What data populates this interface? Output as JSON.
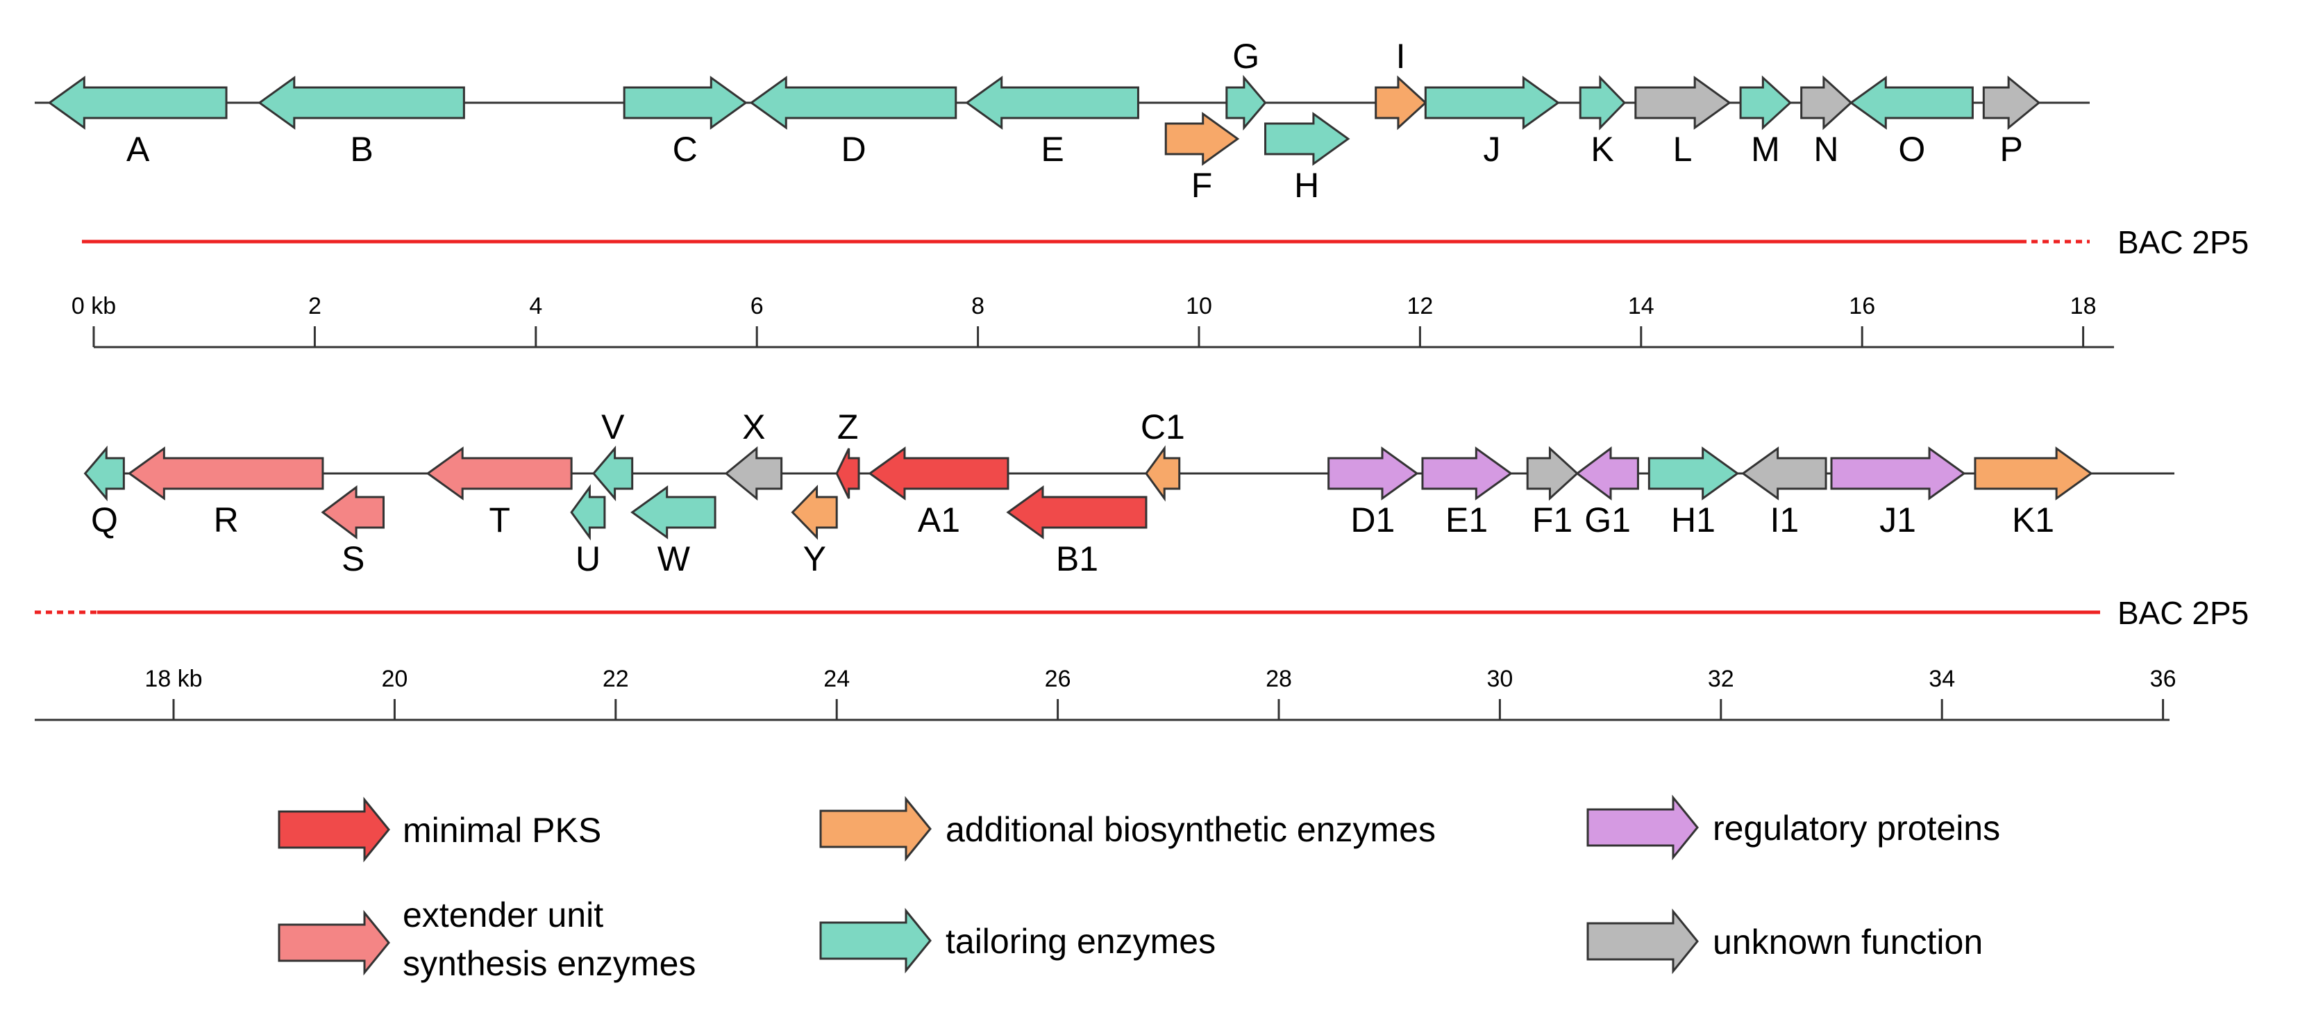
{
  "colors": {
    "minimal_pks": "#f04a4a",
    "extender": "#f48585",
    "additional": "#f7a869",
    "tailoring": "#7dd8c2",
    "regulatory": "#d59ae2",
    "unknown": "#b9b9b9",
    "bac": "#ee2222"
  },
  "genes": [
    {
      "label": "A",
      "row": 1,
      "start": -0.4,
      "end": 1.2,
      "strand": "-",
      "category": "tailoring"
    },
    {
      "label": "B",
      "row": 1,
      "start": 1.5,
      "end": 3.35,
      "strand": "-",
      "category": "tailoring"
    },
    {
      "label": "C",
      "row": 1,
      "start": 4.8,
      "end": 5.9,
      "strand": "+",
      "category": "tailoring"
    },
    {
      "label": "D",
      "row": 1,
      "start": 5.95,
      "end": 7.8,
      "strand": "-",
      "category": "tailoring"
    },
    {
      "label": "E",
      "row": 1,
      "start": 7.9,
      "end": 9.45,
      "strand": "-",
      "category": "tailoring"
    },
    {
      "label": "F",
      "row": 1,
      "start": 9.7,
      "end": 10.35,
      "strand": "+",
      "category": "additional"
    },
    {
      "label": "G",
      "row": 1,
      "start": 10.25,
      "end": 10.6,
      "strand": "+",
      "category": "tailoring"
    },
    {
      "label": "H",
      "row": 1,
      "start": 10.6,
      "end": 11.35,
      "strand": "+",
      "category": "tailoring"
    },
    {
      "label": "I",
      "row": 1,
      "start": 11.6,
      "end": 12.05,
      "strand": "+",
      "category": "additional"
    },
    {
      "label": "J",
      "row": 1,
      "start": 12.05,
      "end": 13.25,
      "strand": "+",
      "category": "tailoring"
    },
    {
      "label": "K",
      "row": 1,
      "start": 13.45,
      "end": 13.85,
      "strand": "+",
      "category": "tailoring"
    },
    {
      "label": "L",
      "row": 1,
      "start": 13.95,
      "end": 14.8,
      "strand": "+",
      "category": "unknown"
    },
    {
      "label": "M",
      "row": 1,
      "start": 14.9,
      "end": 15.35,
      "strand": "+",
      "category": "tailoring"
    },
    {
      "label": "N",
      "row": 1,
      "start": 15.45,
      "end": 15.9,
      "strand": "+",
      "category": "unknown"
    },
    {
      "label": "O",
      "row": 1,
      "start": 15.9,
      "end": 17.0,
      "strand": "-",
      "category": "tailoring"
    },
    {
      "label": "P",
      "row": 1,
      "start": 17.1,
      "end": 17.6,
      "strand": "+",
      "category": "unknown"
    },
    {
      "label": "Q",
      "row": 2,
      "start": 17.2,
      "end": 17.55,
      "strand": "-",
      "category": "tailoring"
    },
    {
      "label": "R",
      "row": 2,
      "start": 17.6,
      "end": 19.35,
      "strand": "-",
      "category": "extender"
    },
    {
      "label": "S",
      "row": 2,
      "start": 19.35,
      "end": 19.9,
      "strand": "-",
      "category": "extender"
    },
    {
      "label": "T",
      "row": 2,
      "start": 20.3,
      "end": 21.6,
      "strand": "-",
      "category": "extender"
    },
    {
      "label": "U",
      "row": 2,
      "start": 21.6,
      "end": 21.9,
      "strand": "-",
      "category": "tailoring"
    },
    {
      "label": "V",
      "row": 2,
      "start": 21.8,
      "end": 22.15,
      "strand": "-",
      "category": "tailoring"
    },
    {
      "label": "W",
      "row": 2,
      "start": 22.15,
      "end": 22.9,
      "strand": "-",
      "category": "tailoring"
    },
    {
      "label": "X",
      "row": 2,
      "start": 23.0,
      "end": 23.5,
      "strand": "-",
      "category": "unknown"
    },
    {
      "label": "Y",
      "row": 2,
      "start": 23.6,
      "end": 24.0,
      "strand": "-",
      "category": "additional"
    },
    {
      "label": "Z",
      "row": 2,
      "start": 24.0,
      "end": 24.2,
      "strand": "-",
      "category": "minimal_pks"
    },
    {
      "label": "A1",
      "row": 2,
      "start": 24.3,
      "end": 25.55,
      "strand": "-",
      "category": "minimal_pks"
    },
    {
      "label": "B1",
      "row": 2,
      "start": 25.55,
      "end": 26.8,
      "strand": "-",
      "category": "minimal_pks"
    },
    {
      "label": "C1",
      "row": 2,
      "start": 26.8,
      "end": 27.1,
      "strand": "-",
      "category": "additional"
    },
    {
      "label": "D1",
      "row": 2,
      "start": 28.45,
      "end": 29.25,
      "strand": "+",
      "category": "regulatory"
    },
    {
      "label": "E1",
      "row": 2,
      "start": 29.3,
      "end": 30.1,
      "strand": "+",
      "category": "regulatory"
    },
    {
      "label": "F1",
      "row": 2,
      "start": 30.25,
      "end": 30.7,
      "strand": "+",
      "category": "unknown"
    },
    {
      "label": "G1",
      "row": 2,
      "start": 30.7,
      "end": 31.25,
      "strand": "-",
      "category": "regulatory"
    },
    {
      "label": "H1",
      "row": 2,
      "start": 31.35,
      "end": 32.15,
      "strand": "+",
      "category": "tailoring"
    },
    {
      "label": "I1",
      "row": 2,
      "start": 32.2,
      "end": 32.95,
      "strand": "-",
      "category": "unknown"
    },
    {
      "label": "J1",
      "row": 2,
      "start": 33.0,
      "end": 34.2,
      "strand": "+",
      "category": "regulatory"
    },
    {
      "label": "K1",
      "row": 2,
      "start": 34.3,
      "end": 35.35,
      "strand": "+",
      "category": "additional"
    }
  ],
  "bac": {
    "label1": "BAC 2P5",
    "label2": "BAC 2P5"
  },
  "scale": {
    "row1_ticks": [
      "0 kb",
      "2",
      "4",
      "6",
      "8",
      "10",
      "12",
      "14",
      "16",
      "18"
    ],
    "row2_ticks": [
      "18 kb",
      "20",
      "22",
      "24",
      "26",
      "28",
      "30",
      "32",
      "34",
      "36"
    ]
  },
  "legend": [
    {
      "category": "minimal_pks",
      "label": "minimal PKS"
    },
    {
      "category": "extender",
      "label_line1": "extender unit",
      "label_line2": "synthesis enzymes"
    },
    {
      "category": "additional",
      "label": "additional biosynthetic enzymes"
    },
    {
      "category": "tailoring",
      "label": "tailoring enzymes"
    },
    {
      "category": "regulatory",
      "label": "regulatory proteins"
    },
    {
      "category": "unknown",
      "label": "unknown function"
    }
  ]
}
